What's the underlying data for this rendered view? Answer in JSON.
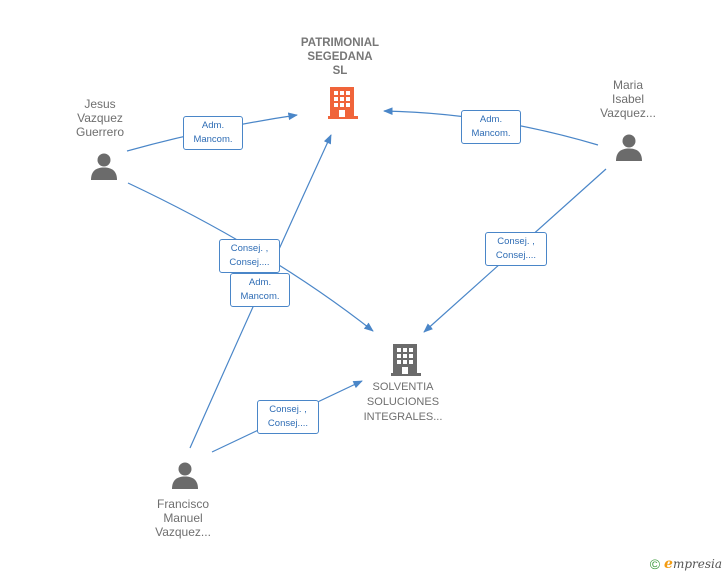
{
  "nodes": {
    "patrimonial": {
      "label_lines": [
        "PATRIMONIAL",
        "SEGEDANA",
        "SL"
      ],
      "type": "company",
      "color": "#f0643a"
    },
    "solventia": {
      "label_lines": [
        "SOLVENTIA",
        "SOLUCIONES",
        "INTEGRALES..."
      ],
      "type": "company",
      "color": "#6b6b6b"
    },
    "jesus": {
      "label_lines": [
        "Jesus",
        "Vazquez",
        "Guerrero"
      ],
      "type": "person"
    },
    "maria": {
      "label_lines": [
        "Maria",
        "Isabel",
        "Vazquez..."
      ],
      "type": "person"
    },
    "francisco": {
      "label_lines": [
        "Francisco",
        "Manuel",
        "Vazquez..."
      ],
      "type": "person"
    }
  },
  "edges": [
    {
      "from": "jesus",
      "to": "patrimonial",
      "label_lines": [
        "Adm.",
        "Mancom."
      ]
    },
    {
      "from": "maria",
      "to": "patrimonial",
      "label_lines": [
        "Adm.",
        "Mancom."
      ]
    },
    {
      "from": "jesus",
      "to": "solventia",
      "label_lines": [
        "Consej. ,",
        "Consej...."
      ]
    },
    {
      "from": "francisco",
      "to": "patrimonial",
      "label_lines": [
        "Adm.",
        "Mancom."
      ]
    },
    {
      "from": "maria",
      "to": "solventia",
      "label_lines": [
        "Consej. ,",
        "Consej...."
      ]
    },
    {
      "from": "francisco",
      "to": "solventia",
      "label_lines": [
        "Consej. ,",
        "Consej...."
      ]
    }
  ],
  "colors": {
    "edge": "#4a86c8",
    "person_icon": "#6b6b6b"
  },
  "footer": {
    "copyright": "©",
    "brand_initial": "e",
    "brand_rest": "mpresia"
  }
}
